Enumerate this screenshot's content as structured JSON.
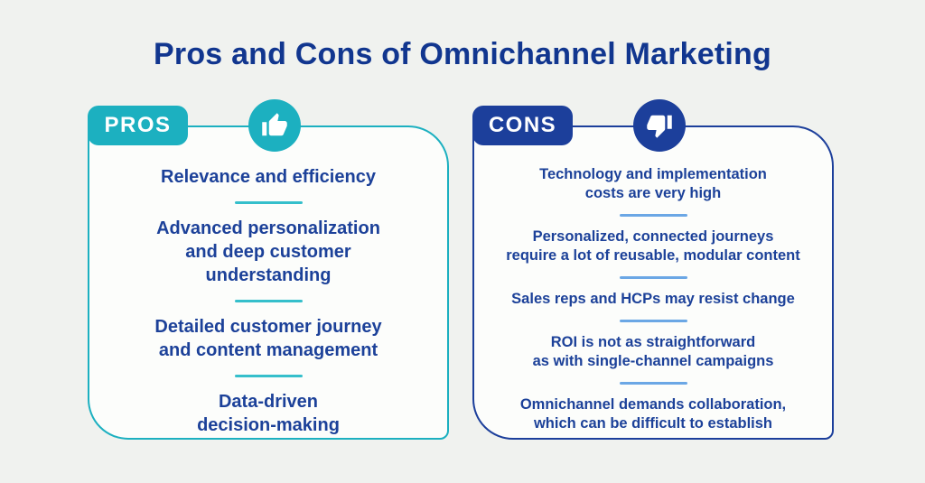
{
  "title": "Pros and Cons of Omnichannel Marketing",
  "colors": {
    "teal": "#1cb0c0",
    "blue": "#1c3f9b",
    "text": "#1c4199",
    "title": "#11368f",
    "bg": "#f0f2ef",
    "panel_bg": "#fcfdfb",
    "pros_divider": "#35bfcb",
    "cons_divider": "#6ba7e5"
  },
  "pros": {
    "label": "PROS",
    "icon": "thumbs-up-icon",
    "items": [
      "Relevance and efficiency",
      "Advanced personalization\nand deep customer\nunderstanding",
      "Detailed customer journey\nand content management",
      "Data-driven\ndecision-making"
    ]
  },
  "cons": {
    "label": "CONS",
    "icon": "thumbs-down-icon",
    "items": [
      "Technology and implementation\ncosts are very high",
      "Personalized, connected journeys\nrequire a lot of reusable, modular content",
      "Sales reps and HCPs may resist change",
      "ROI is not as straightforward\nas with single-channel campaigns",
      "Omnichannel demands collaboration,\nwhich can be difficult to establish"
    ]
  }
}
